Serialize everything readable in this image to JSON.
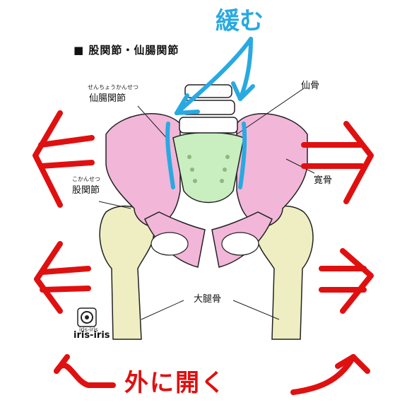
{
  "title": "■ 股関節・仙腸関節",
  "labels": {
    "sacroiliac_joint": "仙腸関節",
    "sacroiliac_joint_ruby": "せんちょうかんせつ",
    "hip_joint": "股関節",
    "hip_joint_ruby": "こかんせつ",
    "sacrum": "仙骨",
    "ilium": "寛骨",
    "femur": "大腿骨"
  },
  "annotations": {
    "loosen": "緩む",
    "open_outward": "外に開く"
  },
  "logo": {
    "small_text": "iris-iris",
    "name": "iris-iris"
  },
  "colors": {
    "pelvis": "#f2b6d8",
    "sacrum": "#c9eebf",
    "femur": "#eeeec2",
    "outline": "#222222",
    "blue_annotation": "#29a9e1",
    "red_annotation": "#e01010"
  }
}
